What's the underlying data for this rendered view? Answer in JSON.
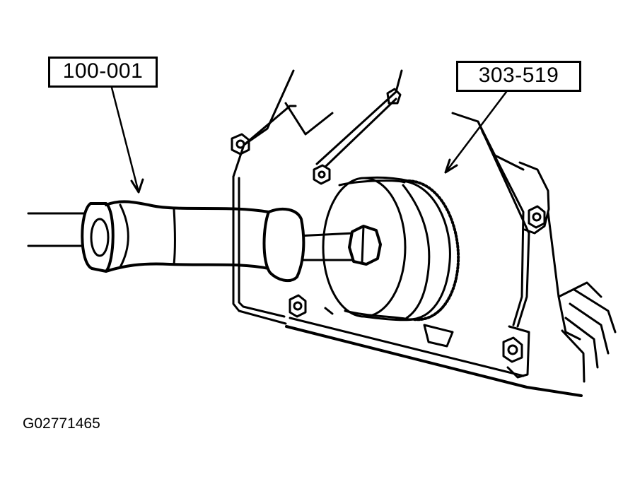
{
  "callouts": {
    "slide_hammer_label": "100-001",
    "seal_remover_label": "303-519"
  },
  "figure": {
    "id_code": "G02771465"
  },
  "colors": {
    "ink": "#000000",
    "paper": "#ffffff"
  }
}
